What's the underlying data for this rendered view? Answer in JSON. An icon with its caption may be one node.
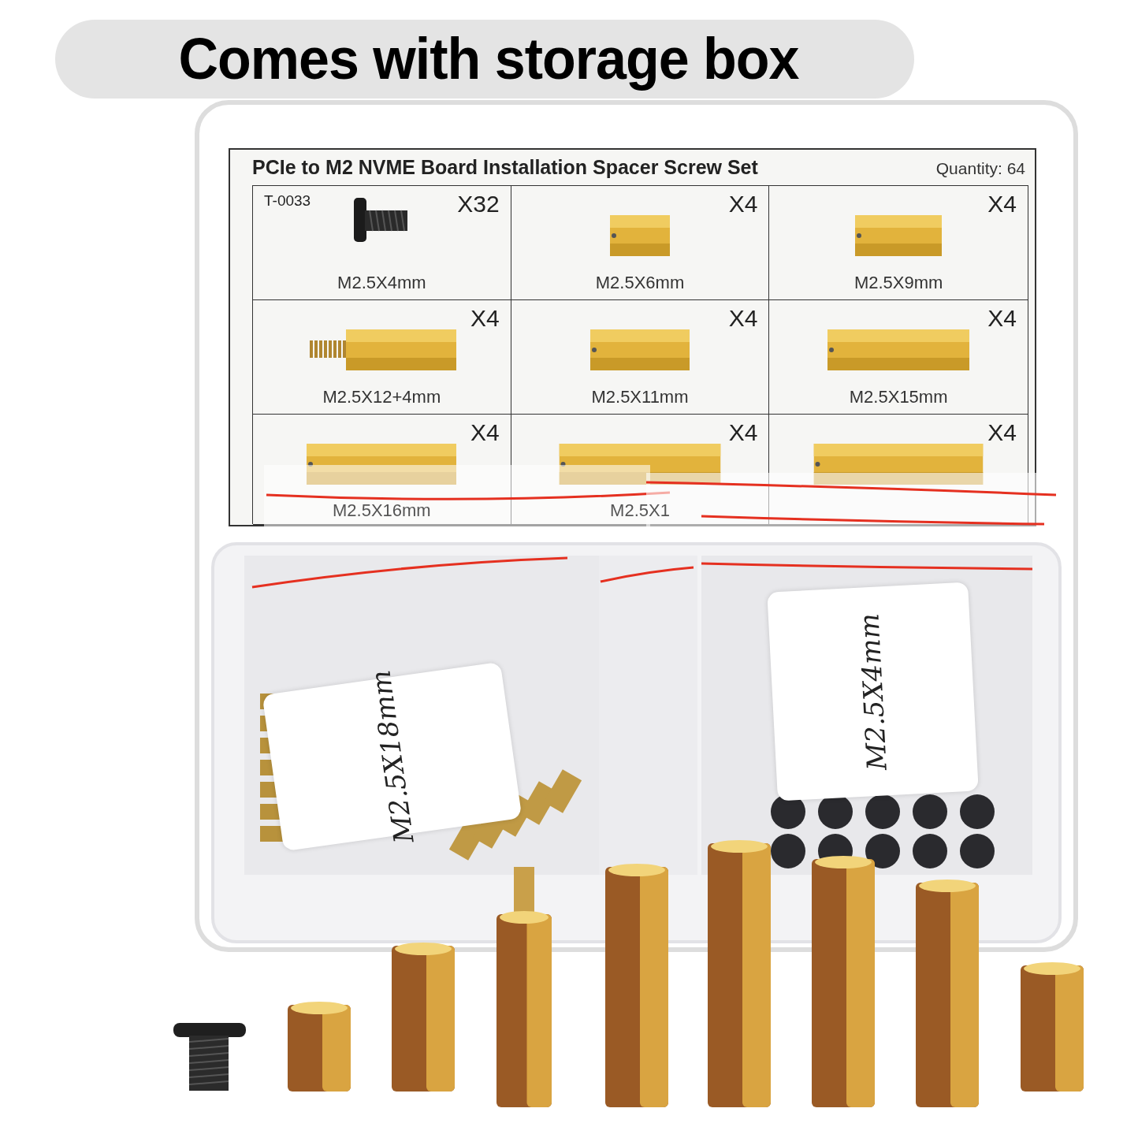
{
  "diagram": {
    "title": "Comes with storage box",
    "labels": [
      "PCIe to M2 NVME Board Installation Spacer Screw Set",
      "Quantity: 64",
      "T-0033",
      "X32",
      "M2.5X4mm",
      "X4",
      "M2.5X6mm",
      "X4",
      "M2.5X9mm",
      "X4",
      "M2.5X12+4mm",
      "X4",
      "M2.5X11mm",
      "X4",
      "M2.5X15mm",
      "X4",
      "M2.5X16mm",
      "X4",
      "M2.5X1",
      "X4",
      "M2.5X18mm",
      "M2.5X4mm"
    ]
  }
}
